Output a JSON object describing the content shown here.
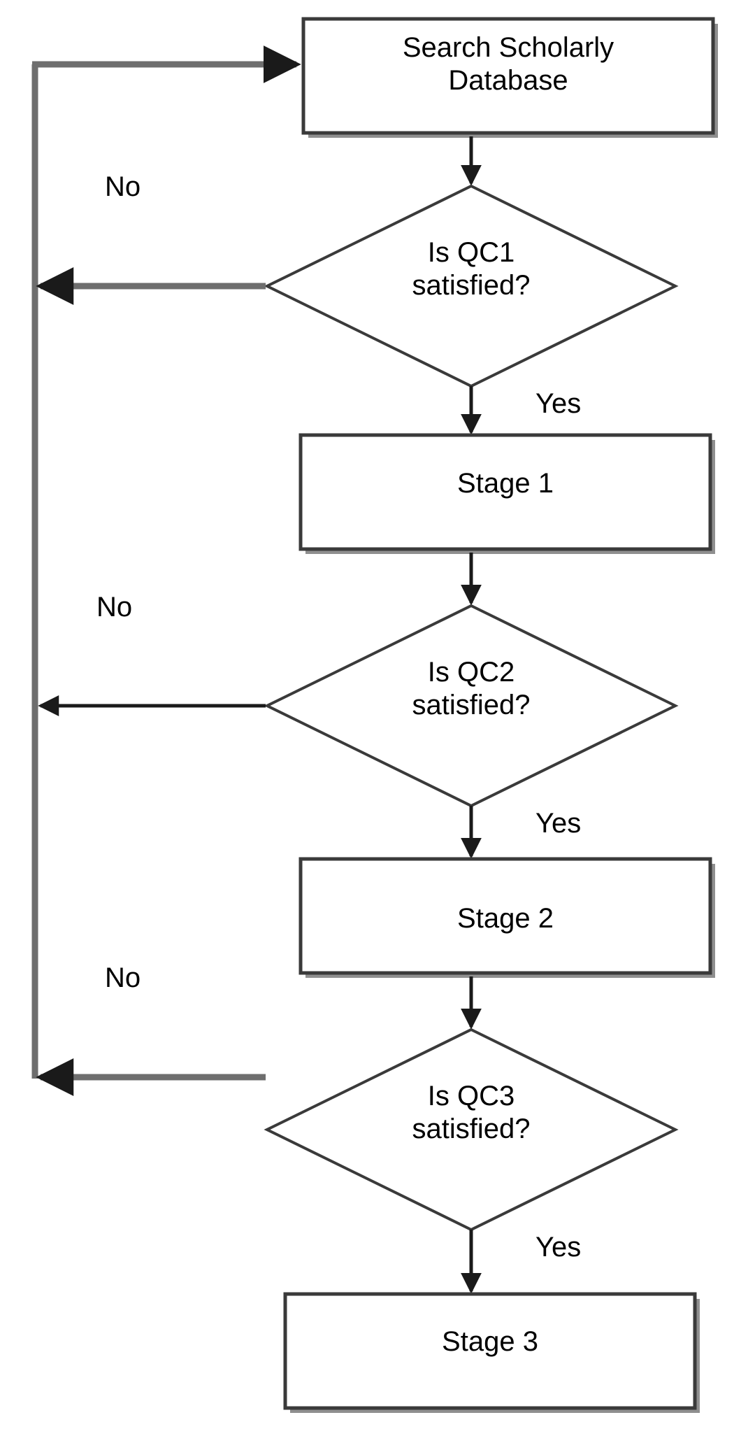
{
  "diagram": {
    "type": "flowchart",
    "title": "",
    "orientation": "top-to-bottom",
    "background_color": "#ffffff",
    "node_fill_color": "#ffffff",
    "node_border_color": "#404040",
    "node_shadow_color": "#808080",
    "connector_color": "#404040",
    "text_color": "#000000",
    "nodes": [
      {
        "id": "search",
        "shape": "process",
        "line1": "Search Scholarly",
        "line2": "Database",
        "label": "Search Scholarly\nDatabase"
      },
      {
        "id": "qc1",
        "shape": "decision",
        "line1": "Is QC1",
        "line2": "satisfied?",
        "label": "Is QC1\nsatisfied?"
      },
      {
        "id": "stage1",
        "shape": "process",
        "line1": "Stage 1",
        "line2": "",
        "label": "Stage 1"
      },
      {
        "id": "qc2",
        "shape": "decision",
        "line1": "Is QC2",
        "line2": "satisfied?",
        "label": "Is QC2\nsatisfied?"
      },
      {
        "id": "stage2",
        "shape": "process",
        "line1": "Stage 2",
        "line2": "",
        "label": "Stage 2"
      },
      {
        "id": "qc3",
        "shape": "decision",
        "line1": "Is QC3",
        "line2": "satisfied?",
        "label": "Is QC3\nsatisfied?"
      },
      {
        "id": "stage3",
        "shape": "process",
        "line1": "Stage 3",
        "line2": "",
        "label": "Stage 3"
      }
    ],
    "edges": [
      {
        "from": "search",
        "to": "qc1",
        "label": ""
      },
      {
        "from": "qc1",
        "to": "stage1",
        "label": "Yes"
      },
      {
        "from": "qc1",
        "to": "search",
        "label": "No"
      },
      {
        "from": "stage1",
        "to": "qc2",
        "label": ""
      },
      {
        "from": "qc2",
        "to": "stage2",
        "label": "Yes"
      },
      {
        "from": "qc2",
        "to": "search",
        "label": "No"
      },
      {
        "from": "stage2",
        "to": "qc3",
        "label": ""
      },
      {
        "from": "qc3",
        "to": "stage3",
        "label": "Yes"
      },
      {
        "from": "qc3",
        "to": "search",
        "label": "No"
      }
    ],
    "edge_labels": {
      "no1": "No",
      "no2": "No",
      "no3": "No",
      "yes1": "Yes",
      "yes2": "Yes",
      "yes3": "Yes"
    }
  }
}
